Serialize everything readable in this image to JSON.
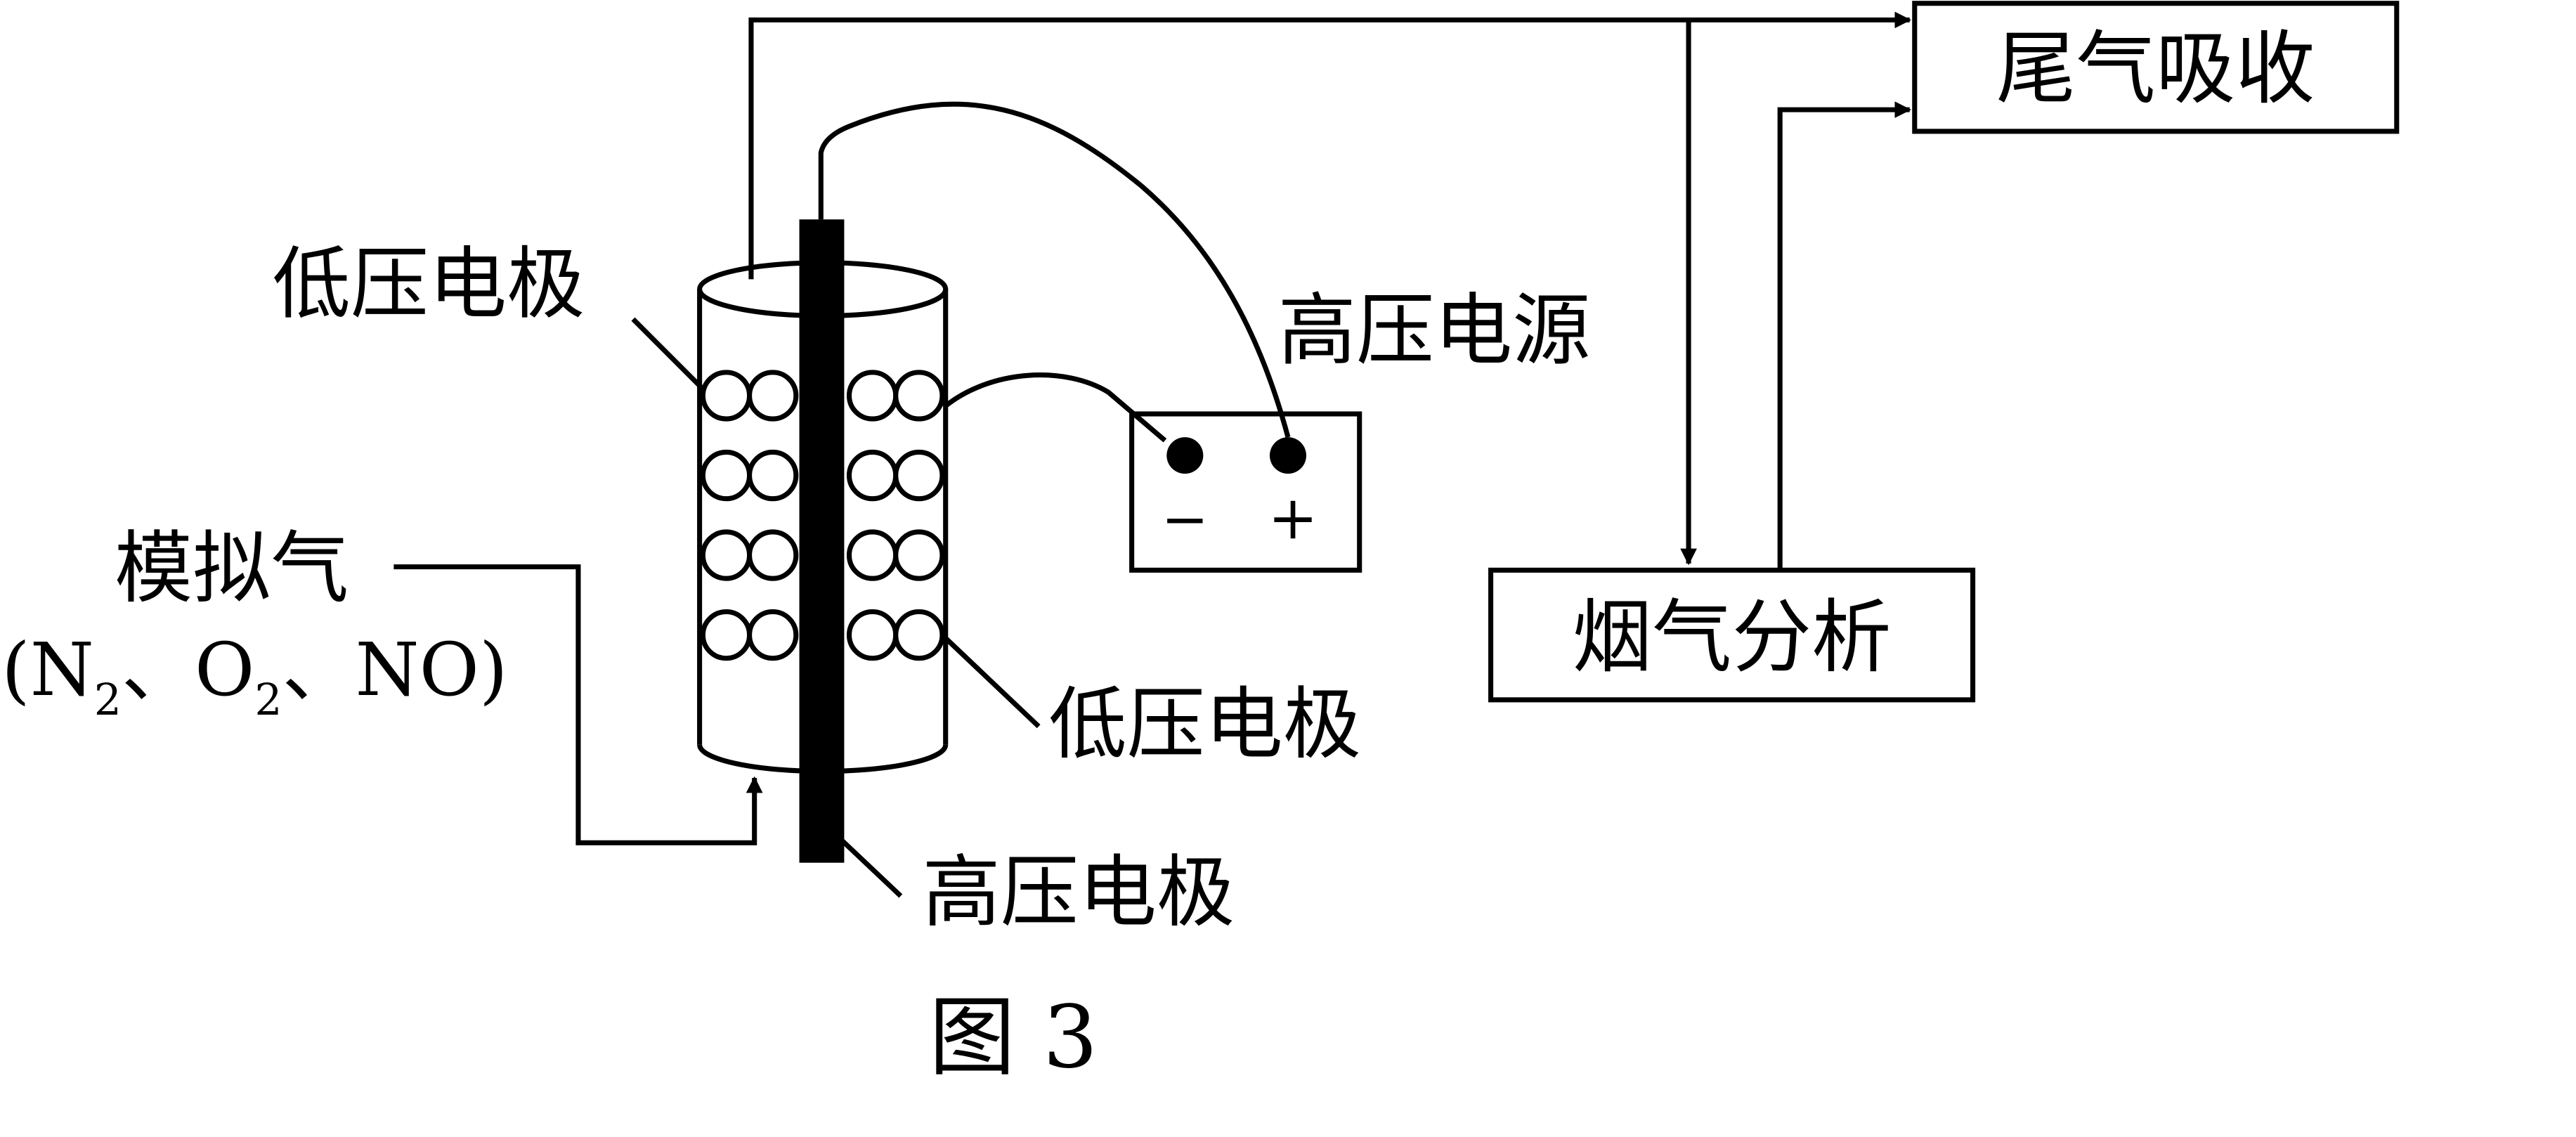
{
  "figure": {
    "caption": "图 3",
    "labels": {
      "low_voltage_electrode_top": "低压电极",
      "low_voltage_electrode_right": "低压电极",
      "high_voltage_electrode": "高压电极",
      "high_voltage_power_supply": "高压电源",
      "simulated_gas": "模拟气",
      "gas_composition": {
        "open": "(N",
        "n_sub": "2",
        "sep1": "、O",
        "o_sub": "2",
        "rest": "、NO)"
      },
      "minus_sign": "−",
      "plus_sign": "+"
    },
    "boxes": {
      "tail_gas_absorption": "尾气吸收",
      "flue_gas_analysis": "烟气分析"
    }
  },
  "colors": {
    "stroke": "#000000",
    "background": "#ffffff"
  }
}
